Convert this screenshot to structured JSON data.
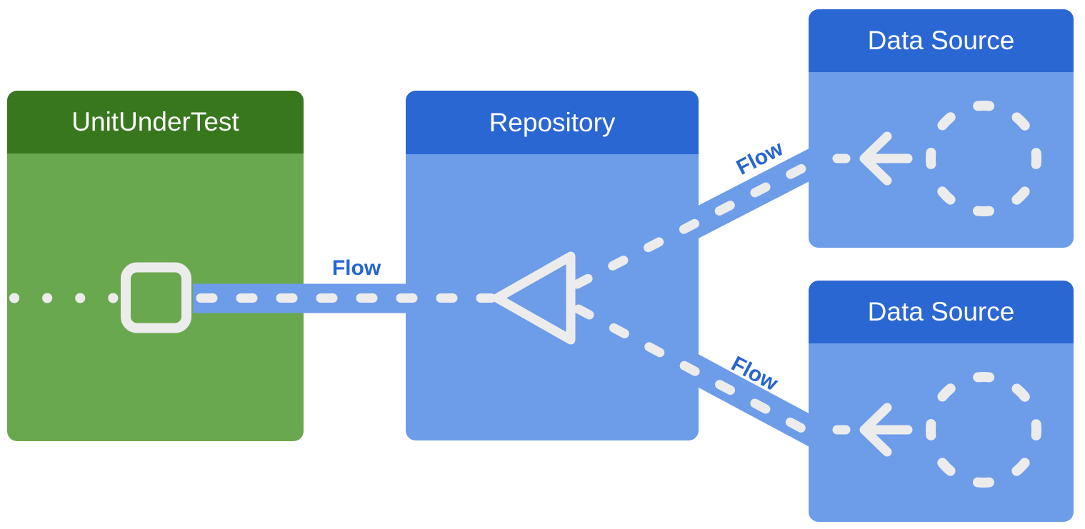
{
  "diagram": {
    "name": "repository-flow-architecture",
    "background": "#FFFFFF"
  },
  "boxes": {
    "unit_under_test": {
      "title": "UnitUnderTest",
      "header_color": "#38771D",
      "body_color": "#6AA84F"
    },
    "repository": {
      "title": "Repository",
      "header_color": "#2A67D2",
      "body_color": "#6D9CE9"
    },
    "data_source_top": {
      "title": "Data Source",
      "header_color": "#2A67D2",
      "body_color": "#6D9CE9"
    },
    "data_source_bottom": {
      "title": "Data Source",
      "header_color": "#2A67D2",
      "body_color": "#6D9CE9"
    }
  },
  "flow_labels": {
    "left": "Flow",
    "top": "Flow",
    "bottom": "Flow"
  },
  "icons": {
    "unit_under_test_marker": "collect-square-icon",
    "repository_marker": "collect-triangle-icon",
    "data_source_marker": "data-stream-circle-icon",
    "emit_direction": "left-arrow-icon"
  },
  "colors": {
    "background": "#FFFFFF",
    "dash": "#ECECEC",
    "flow_text": "#2765D3",
    "connector_strip": "#6D9CE9",
    "title_text": "#FFFFFF"
  }
}
